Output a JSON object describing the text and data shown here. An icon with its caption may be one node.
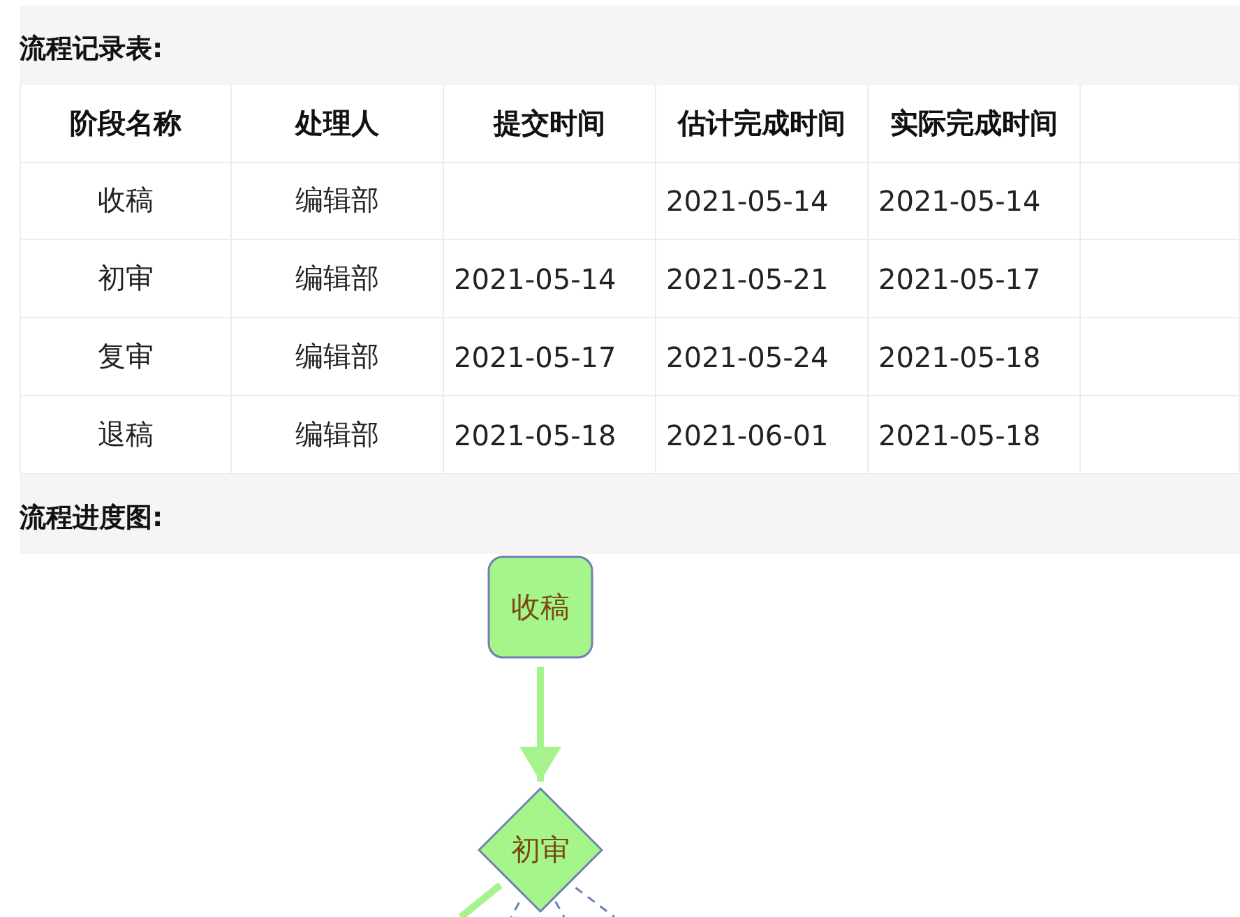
{
  "diagram": {
    "nodes": [
      {
        "text": [
          "收稿"
        ]
      },
      {
        "text": [
          "初审"
        ]
      }
    ],
    "edges": [
      {
        "from": 0,
        "to": 1,
        "arrow": "to",
        "style": "thick",
        "color": "#a6f28c"
      },
      {
        "from": 1,
        "to": null,
        "arrow": "none",
        "style": "thick",
        "color": "#a6f28c"
      },
      {
        "from": 1,
        "to": null,
        "arrow": "none",
        "style": "dashed",
        "color": "#6f80b8"
      },
      {
        "from": 1,
        "to": null,
        "arrow": "none",
        "style": "dashed",
        "color": "#6f80b8"
      },
      {
        "from": 1,
        "to": null,
        "arrow": "none",
        "style": "dashed",
        "color": "#6f80b8"
      }
    ],
    "labels": [
      "流程记录表:",
      "阶段名称",
      "处理人",
      "提交时间",
      "估计完成时间",
      "实际完成时间",
      "收稿",
      "编辑部",
      "2021-05-14",
      "2021-05-14",
      "初审",
      "编辑部",
      "2021-05-14",
      "2021-05-21",
      "2021-05-17",
      "复审",
      "编辑部",
      "2021-05-17",
      "2021-05-24",
      "2021-05-18",
      "退稿",
      "编辑部",
      "2021-05-18",
      "2021-06-01",
      "2021-05-18",
      "流程进度图:"
    ]
  }
}
